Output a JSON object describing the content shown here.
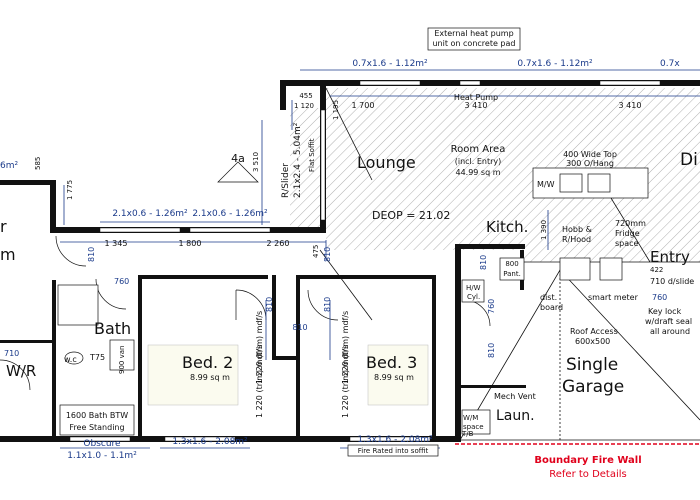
{
  "colors": {
    "wall": "#111111",
    "dimension": "#1a3a8a",
    "hatch": "#9a9a9a",
    "fire_wall": "#e0001b",
    "window_fill": "#ffffff"
  },
  "rooms": {
    "lounge": "Lounge",
    "room_area_title": "Room Area",
    "room_area_sub": "(incl. Entry)",
    "room_area_value": "44.99 sq m",
    "deop": "DEOP = 21.02",
    "kitchen": "Kitch.",
    "dining_partial": "Di",
    "entry": "Entry",
    "bed2": "Bed. 2",
    "bed2_area": "8.99 sq m",
    "bed3": "Bed. 3",
    "bed3_area": "8.99 sq m",
    "bath": "Bath",
    "wr": "W/R",
    "garage_line1": "Single",
    "garage_line2": "Garage",
    "laundry": "Laun.",
    "left_r": "r",
    "left_m": "m"
  },
  "labels": {
    "heat_pump_ext_1": "External heat pump",
    "heat_pump_ext_2": "unit on concrete pad",
    "heat_pump": "Heat Pump",
    "top_dim_3410_a": "3 410",
    "top_dim_3410_b": "3 410",
    "dim_1700": "1 700",
    "dim_1120": "1 120",
    "dim_455": "455",
    "dim_1195": "1 195",
    "dim_3510": "3 510",
    "dim_1775": "1 775",
    "dim_585": "585",
    "dim_1345": "1 345",
    "dim_1800": "1 800",
    "dim_2260": "2 260",
    "dim_475": "475",
    "dim_1390": "1 390",
    "win_top_1": "0.7x1.6 - 1.12m²",
    "win_top_2": "0.7x1.6 - 1.12m²",
    "win_top_3": "0.7x",
    "win_left_partial": "6m²",
    "win_mid_1": "2.1x0.6 - 1.26m²",
    "win_mid_2": "2.1x0.6 - 1.26m²",
    "slider_1": "R/Slider",
    "slider_2": "2.1x2.4 - 5.04m²",
    "flat_soffit": "Flat Soffit",
    "tag_4a": "4a",
    "top_400_1": "400 Wide Top",
    "top_400_2": "300 O/Hang",
    "mw": "M/W",
    "hobb": "Hobb &",
    "rhood": "R/Hood",
    "fridge_1": "720mm",
    "fridge_2": "Fridge",
    "fridge_3": "space",
    "pant_num": "800",
    "pant": "Pant.",
    "dist": "dist.",
    "board": "board",
    "smart_meter": "smart meter",
    "key_lock_1": "Key lock",
    "key_lock_2": "w/draft seal",
    "key_lock_3": "all around",
    "roof_access_1": "Roof Access",
    "roof_access_2": "600x500",
    "entry_422": "422",
    "entry_slider": "710 d/slide",
    "d810_a": "810",
    "d810_b": "810",
    "d810_c": "810",
    "d810_d": "810",
    "d810_e": "810",
    "d810_f": "810",
    "d810_g": "810",
    "d760_a": "760",
    "d760_b": "760",
    "d760_c": "760",
    "d710": "710",
    "wc": "w.c",
    "t75": "T75",
    "vanity": "900 van",
    "bath_1": "1600 Bath BTW",
    "bath_2": "Free Standing",
    "trim_1": "1 220 (trim) mdf/s",
    "trim_2": "1 220 (trim) mdf/s",
    "trim_3": "1 220 (trim) mdf/s",
    "trim_4": "1 220 (trim) mdf/s",
    "hwc_1": "H/W",
    "hwc_2": "Cyl.",
    "wm_1": "W/M",
    "wm_2": "space",
    "mech_vent": "Mech Vent",
    "tub": "T/B",
    "obscure": "Obscure",
    "win_b1": "1.1x1.0 - 1.1m²",
    "win_b2": "1.3x1.6 - 2.08m²",
    "win_b3": "1.3x1.6 - 2.08m²",
    "fire_soffit": "Fire Rated into soffit",
    "fire_wall_1": "Boundary Fire Wall",
    "fire_wall_2": "Refer to Details"
  }
}
